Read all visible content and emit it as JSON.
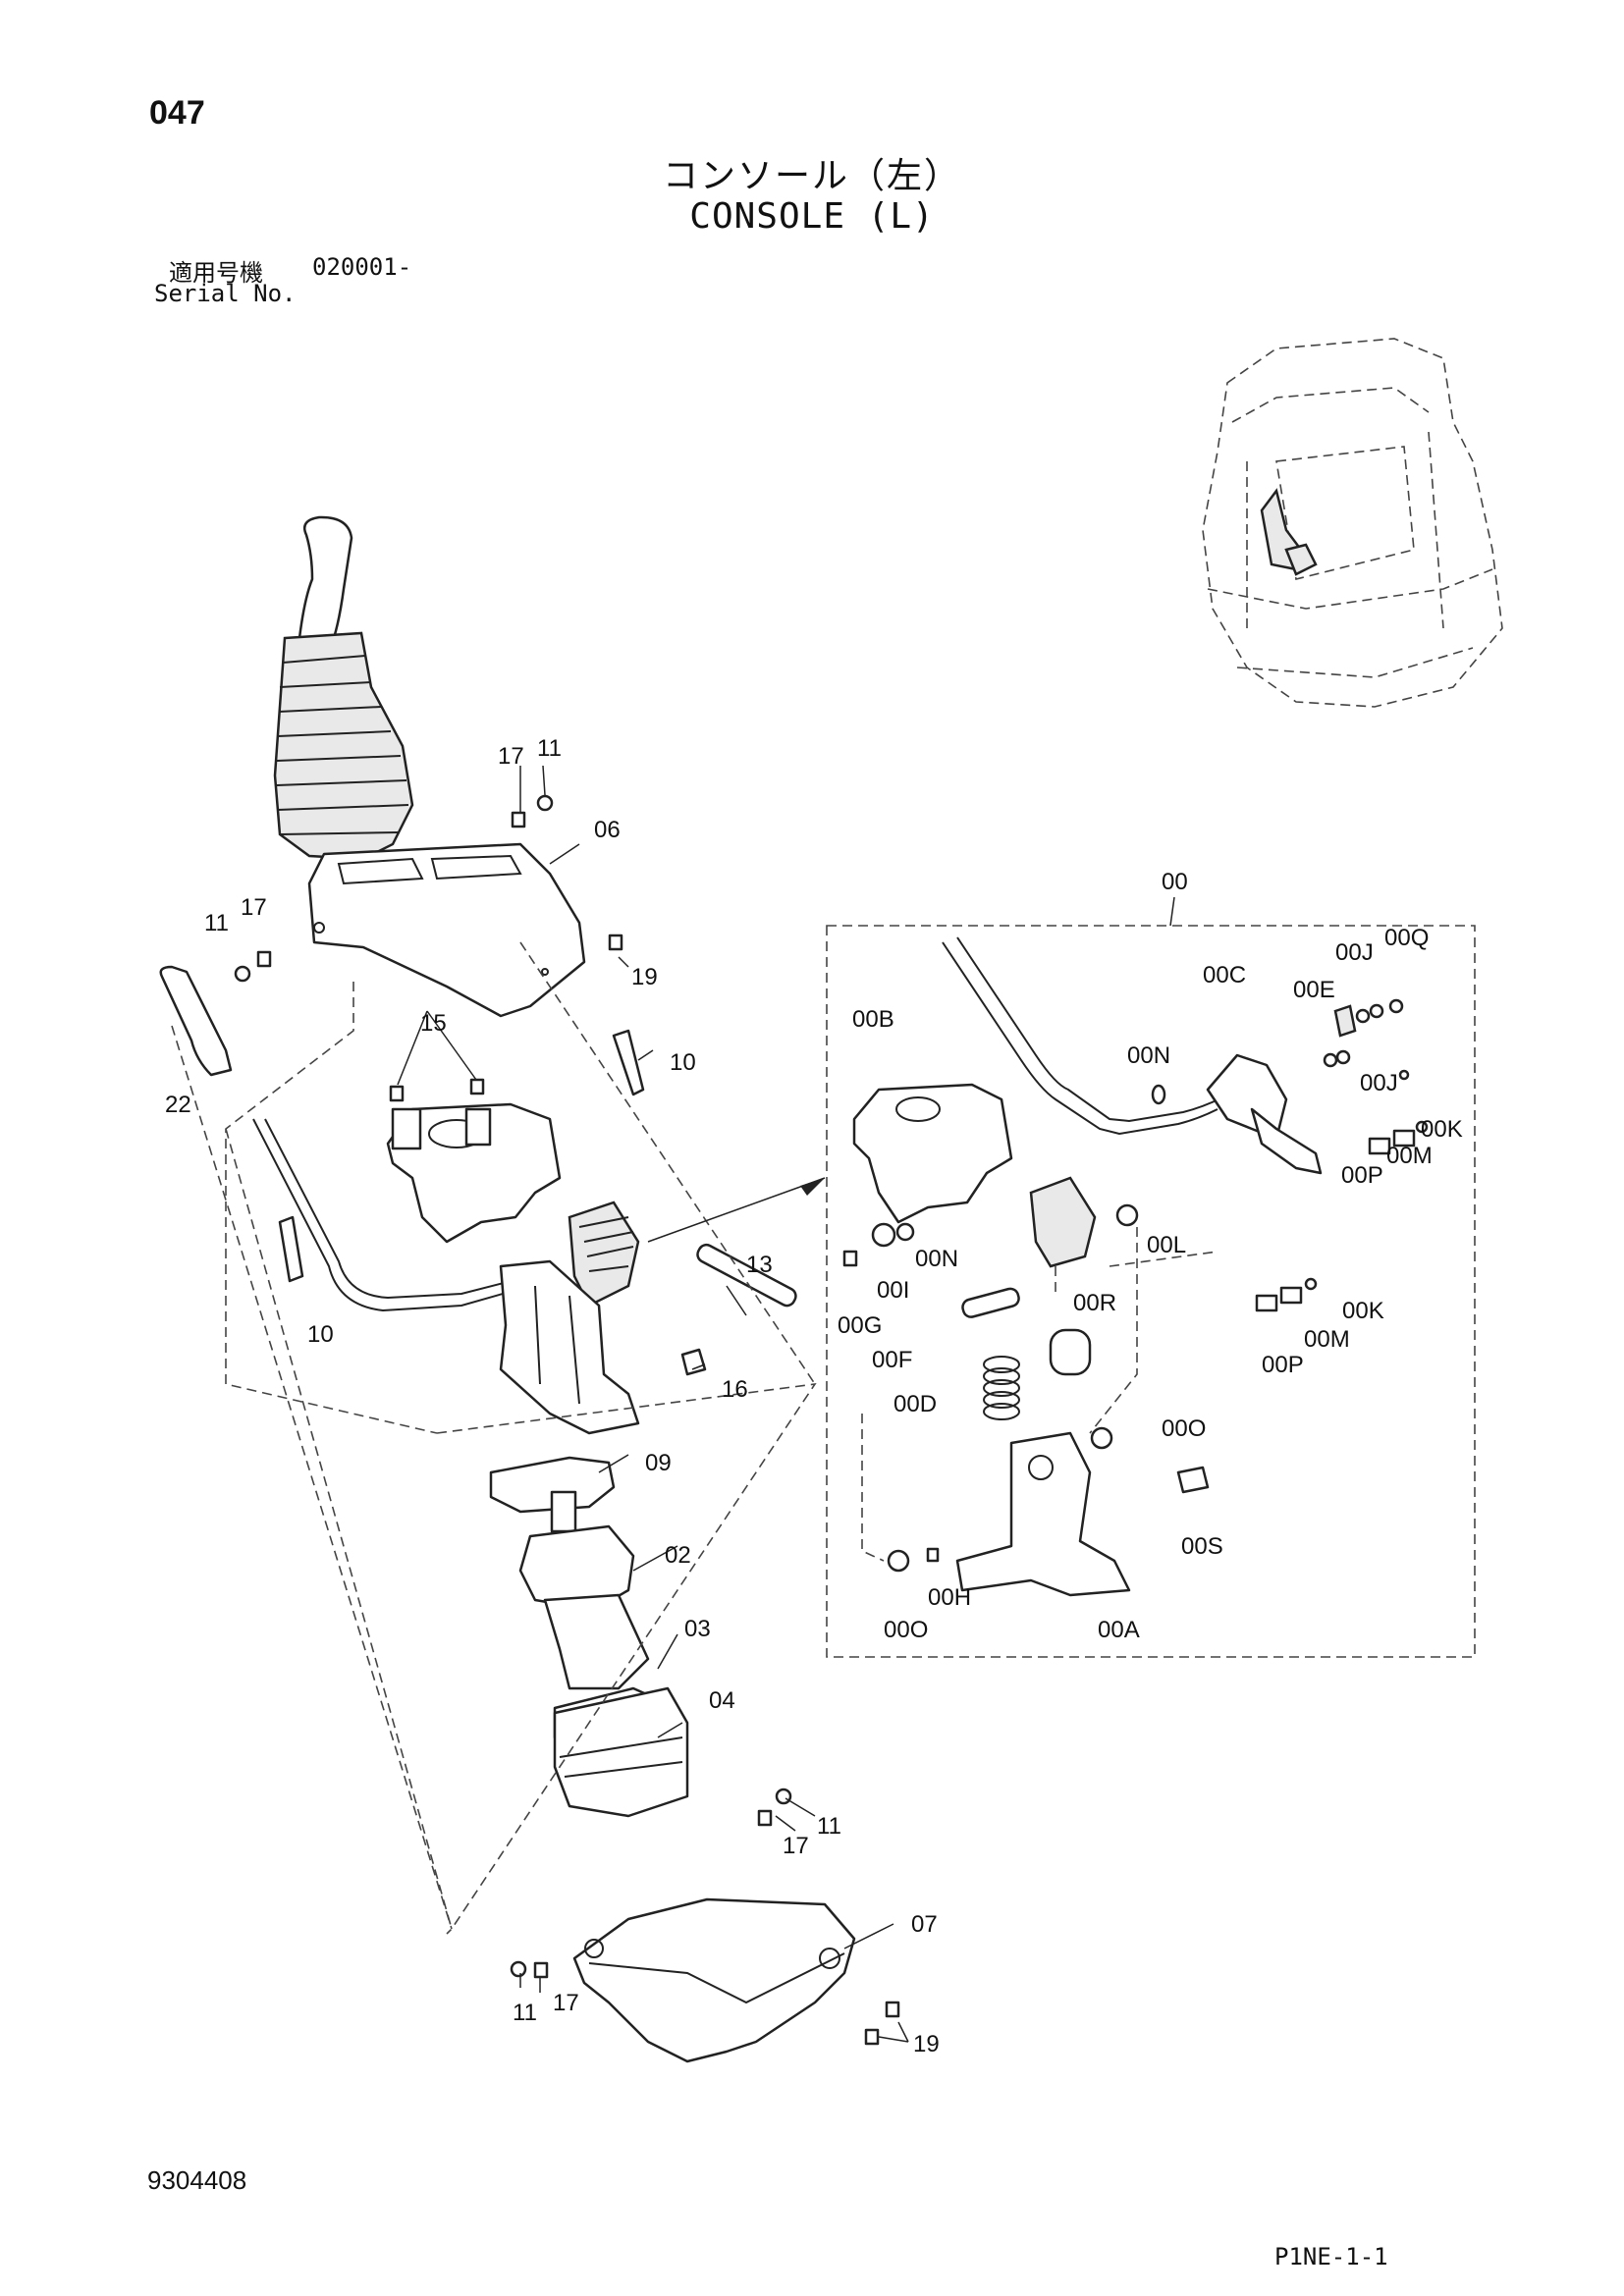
{
  "page_number": "047",
  "title_jp": "コンソール（左）",
  "title_en": "CONSOLE (L)",
  "serial": {
    "label_jp": "適用号機",
    "value": "020001-",
    "label_en": "Serial No."
  },
  "drawing_number": "9304408",
  "page_code": "P1NE-1-1",
  "callouts": {
    "c17a": "17",
    "c11a": "11",
    "c06": "06",
    "c11b": "11",
    "c17b": "17",
    "c19a": "19",
    "c22": "22",
    "c15": "15",
    "c10a": "10",
    "c10b": "10",
    "c13": "13",
    "c16": "16",
    "c09": "09",
    "c02": "02",
    "c03": "03",
    "c04": "04",
    "c11c": "11",
    "c17c": "17",
    "c07": "07",
    "c11d": "11",
    "c17d": "17",
    "c19b": "19",
    "c00": "00",
    "c00B": "00B",
    "c00C": "00C",
    "c00E": "00E",
    "c00J": "00J",
    "c00Q": "00Q",
    "c00N": "00N",
    "c00Ja": "00J",
    "c00K": "00K",
    "c00M": "00M",
    "c00P": "00P",
    "c00L": "00L",
    "c00Nb": "00N",
    "c00I": "00I",
    "c00G": "00G",
    "c00R": "00R",
    "c00F": "00F",
    "c00Kb": "00K",
    "c00Mb": "00M",
    "c00Pb": "00P",
    "c00D": "00D",
    "c00O": "00O",
    "c00S": "00S",
    "c00H": "00H",
    "c00Ob": "00O",
    "c00A": "00A"
  }
}
